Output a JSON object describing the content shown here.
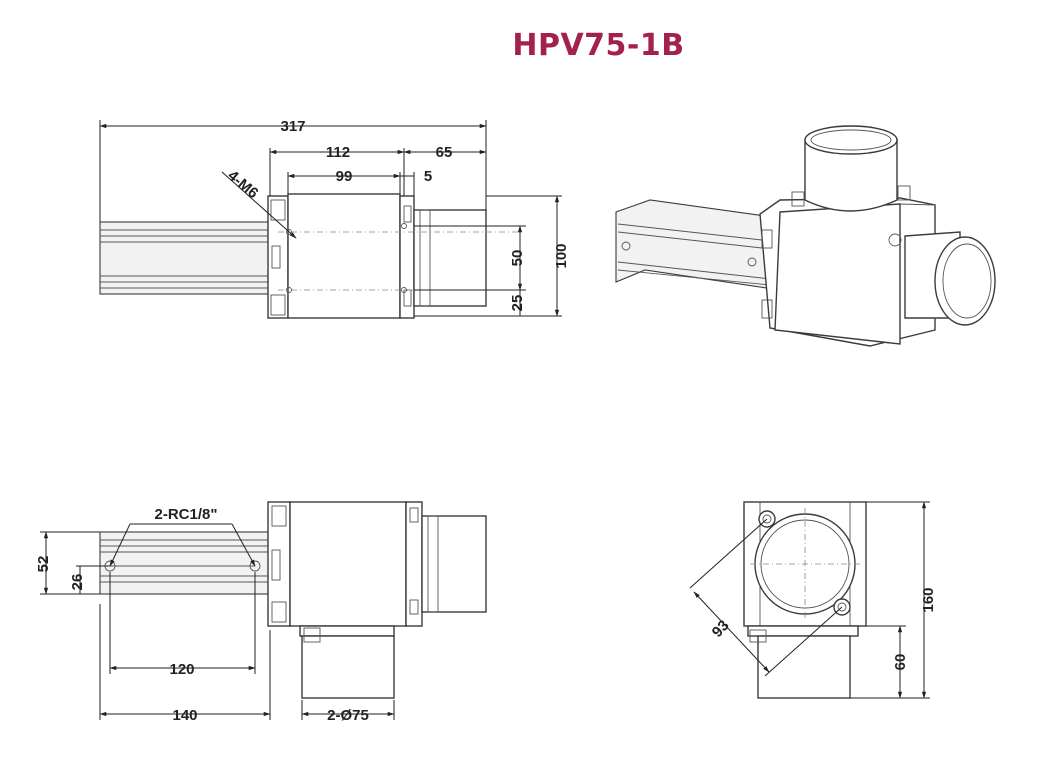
{
  "title": "HPV75-1B",
  "colors": {
    "title": "#a3214f",
    "lines": "#3b3b3b"
  },
  "views": {
    "top": {
      "overall_length": "317",
      "body_length": "112",
      "pipe_offset": "65",
      "inner_length": "99",
      "gap": "5",
      "mounting_holes": "4-M6",
      "height_half": "50",
      "offset_small": "25",
      "overall_height": "100"
    },
    "side": {
      "ports": "2-RC1/8\"",
      "height": "52",
      "port_offset": "26",
      "port_spacing": "120",
      "rail_length": "140",
      "pipe_diameter": "2-Ø75"
    },
    "end": {
      "diagonal": "93",
      "height": "160",
      "base_height": "60"
    }
  }
}
